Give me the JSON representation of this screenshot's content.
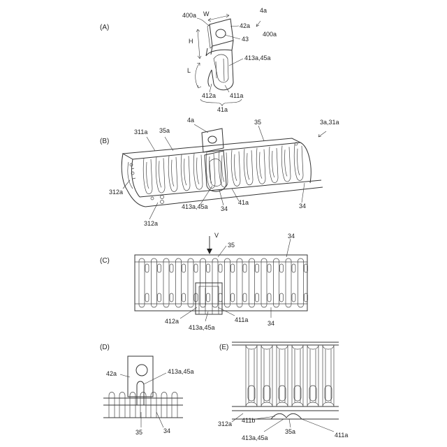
{
  "panels": {
    "A": {
      "label": "(A)",
      "labels": {
        "ref_4a": "4a",
        "ref_400a_left": "400a",
        "ref_400a_right": "400a",
        "w": "W",
        "ref_42a": "42a",
        "ref_43": "43",
        "h": "H",
        "ref_413a_45a": "413a,45a",
        "l": "L",
        "ref_412a": "412a",
        "ref_411a": "411a",
        "ref_41a": "41a"
      }
    },
    "B": {
      "label": "(B)",
      "labels": {
        "ref_311a": "311a",
        "ref_35a": "35a",
        "ref_4a": "4a",
        "ref_35": "35",
        "ref_3a_31a": "3a,31a",
        "ref_312a_left": "312a",
        "ref_413a_45a": "413a,45a",
        "ref_34_a": "34",
        "ref_41a": "41a",
        "ref_34_b": "34",
        "ref_312a_bottom": "312a"
      }
    },
    "C": {
      "label": "(C)",
      "labels": {
        "v": "V",
        "ref_35": "35",
        "ref_34_top": "34",
        "ref_412a": "412a",
        "ref_411a": "411a",
        "ref_413a_45a": "413a,45a",
        "ref_34_bottom": "34"
      }
    },
    "D": {
      "label": "(D)",
      "labels": {
        "ref_42a": "42a",
        "ref_413a_45a": "413a,45a",
        "ref_35": "35",
        "ref_34": "34"
      }
    },
    "E": {
      "label": "(E)",
      "labels": {
        "ref_312a": "312a",
        "ref_411b": "411b",
        "ref_35a": "35a",
        "ref_411a": "411a",
        "ref_413a_45a": "413a,45a"
      }
    }
  }
}
